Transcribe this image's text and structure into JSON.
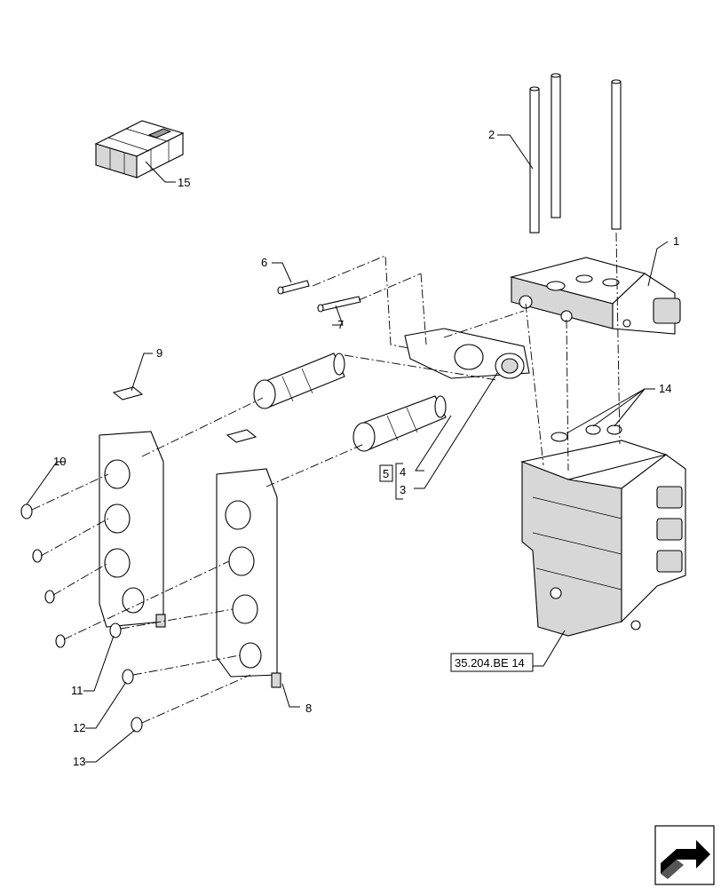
{
  "callouts": {
    "c1": "1",
    "c2": "2",
    "c3": "3",
    "c4": "4",
    "c5": "5",
    "c6": "6",
    "c7": "7",
    "c8": "8",
    "c9": "9",
    "c10": "10",
    "c11": "11",
    "c12": "12",
    "c13": "13",
    "c14": "14",
    "c15": "15"
  },
  "reference": {
    "label": "35.204.BE 14"
  },
  "icons": {
    "kit": "kit-box-icon",
    "nav": "next-page-arrow-icon"
  }
}
